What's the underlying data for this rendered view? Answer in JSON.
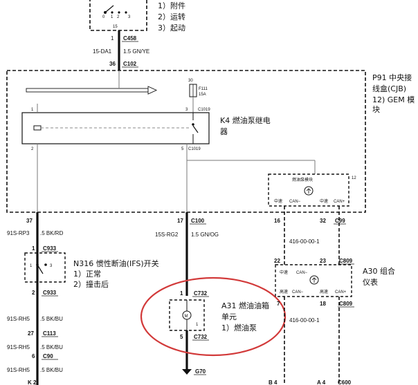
{
  "ignition": {
    "pins": [
      "0",
      "1",
      "2",
      "3"
    ],
    "pin15": "15",
    "pin1": "1",
    "connector": "C458",
    "items": [
      "1）附件",
      "2）运转",
      "3）起动"
    ]
  },
  "wire_15da1": {
    "circuit": "15-DA1",
    "spec": "1.5 GN/YE"
  },
  "c102": {
    "pin": "36",
    "connector": "C102"
  },
  "cjb": {
    "line1": "P91 中央接",
    "line2": "线盒(CJB)",
    "line3": "12) GEM 模",
    "line4": "块"
  },
  "fuse": {
    "pin": "30",
    "name": "F111",
    "rating": "15A"
  },
  "relay": {
    "pin1": "1",
    "pin2": "2",
    "pin3": "3",
    "pin5": "5",
    "connector_top": "C1019",
    "connector_bottom": "C1019",
    "line1": "K4 燃油泵继电",
    "line2": "器"
  },
  "gem": {
    "title": "燃油泵模块",
    "pin12": "12",
    "left": "中速",
    "can_left": "CAN−",
    "right": "中速",
    "can_right": "CAN+"
  },
  "left_wire": {
    "pin": "37",
    "circuit": "91S-RP3",
    "spec": ".5 BK/RD",
    "c933_pin": "1",
    "connector": "C933"
  },
  "ifs": {
    "pin_a": "1",
    "pin_b": "3",
    "pin_bottom": "2",
    "connector_bottom": "C933",
    "line1": "N316 惯性断油(IFS)开关",
    "item1": "1）正常",
    "item2": "2）撞击后"
  },
  "lower_left": [
    {
      "circuit": "91S-RH5",
      "spec": ".5 BK/BU"
    },
    {
      "pin": "27",
      "connector": "C113"
    },
    {
      "circuit": "91S-RH5",
      "spec": ".5 BK/BU"
    },
    {
      "pin": "6",
      "connector": "C90"
    },
    {
      "circuit": "91S-RH5",
      "spec": ".5 BK/BU"
    }
  ],
  "k2": "K 2",
  "mid_wire": {
    "pin": "17",
    "connector": "C100",
    "circuit": "15S-RG2",
    "spec": "1.5 GN/OG"
  },
  "pump": {
    "pin_top": "1",
    "connector_top": "C732",
    "pin_bottom": "5",
    "connector_bottom": "C732",
    "inner_pin": "1",
    "line1": "A31 燃油油箱",
    "line2": "单元",
    "item1": "1）燃油泵",
    "ground": "G70"
  },
  "can_bus": {
    "pin16": "16",
    "pin32": "32",
    "connector_top": "C99",
    "circuit_top": "416-00-00-1",
    "pin22": "22",
    "pin23": "23",
    "connector_cluster": "C809",
    "circuit_bottom": "416-00-00-1"
  },
  "cluster": {
    "left_top": "中速",
    "can_left_top": "CAN−",
    "left_bottom": "高速",
    "can_left_bottom": "CAN−",
    "right_bottom": "高速",
    "can_right_bottom": "CAN+",
    "pin7": "7",
    "pin18": "18",
    "connector": "C809",
    "line1": "A30 组合",
    "line2": "仪表"
  },
  "bottom_right": {
    "pin_a": "B 4",
    "pin_b": "A 4",
    "connector": "C600"
  }
}
